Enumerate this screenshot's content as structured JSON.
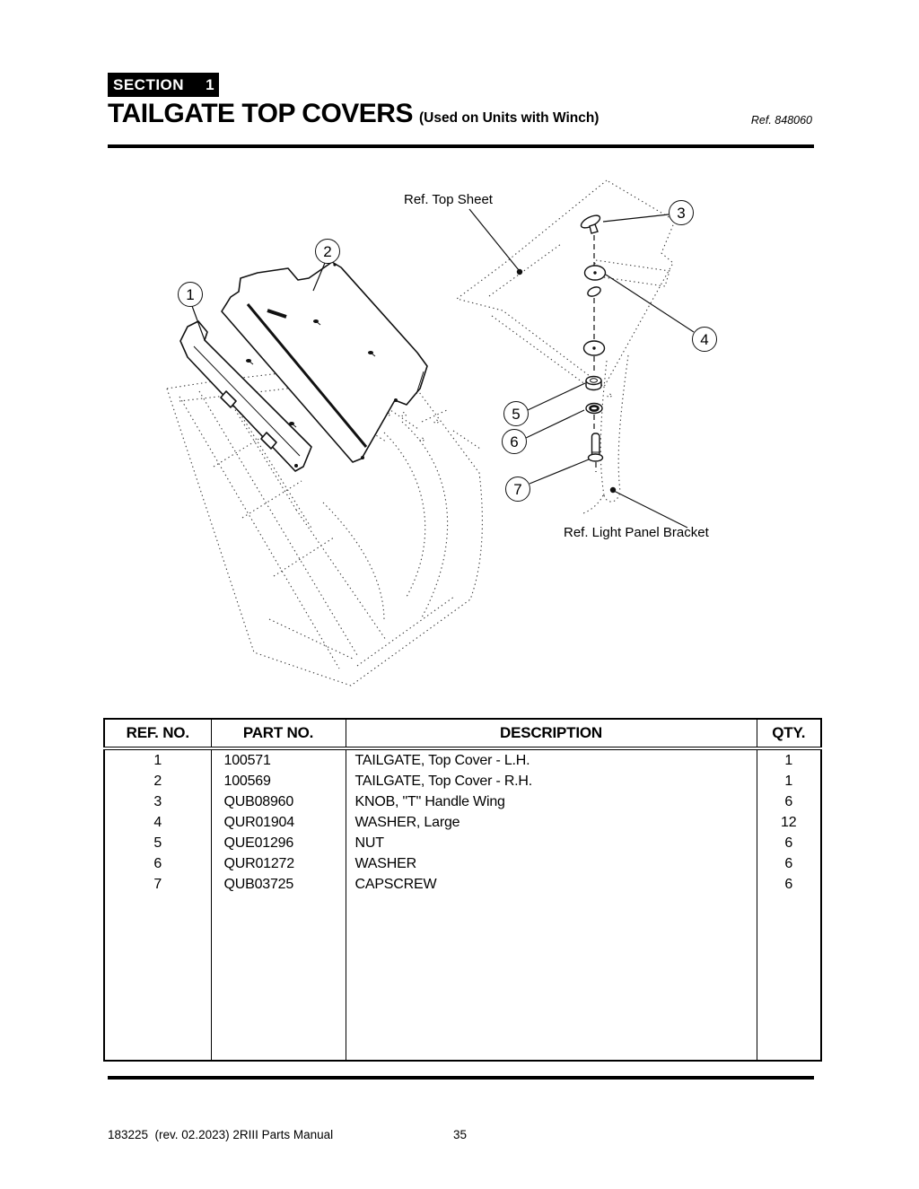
{
  "header": {
    "section_label": "SECTION",
    "section_number": "1",
    "title": "TAILGATE TOP COVERS",
    "subtitle": "(Used on Units with Winch)",
    "ref_code": "Ref. 848060"
  },
  "diagram": {
    "labels": {
      "top_sheet": "Ref. Top Sheet",
      "light_panel_bracket": "Ref. Light Panel Bracket"
    },
    "callouts": [
      "1",
      "2",
      "3",
      "4",
      "5",
      "6",
      "7"
    ]
  },
  "table": {
    "headers": [
      "REF. NO.",
      "PART NO.",
      "DESCRIPTION",
      "QTY."
    ],
    "rows": [
      [
        "1",
        "100571",
        "TAILGATE, Top Cover - L.H.",
        "1"
      ],
      [
        "2",
        "100569",
        "TAILGATE, Top Cover - R.H.",
        "1"
      ],
      [
        "3",
        "QUB08960",
        "KNOB, \"T\" Handle Wing",
        "6"
      ],
      [
        "4",
        "QUR01904",
        "WASHER, Large",
        "12"
      ],
      [
        "5",
        "QUE01296",
        "NUT",
        "6"
      ],
      [
        "6",
        "QUR01272",
        "WASHER",
        "6"
      ],
      [
        "7",
        "QUB03725",
        "CAPSCREW",
        "6"
      ]
    ]
  },
  "footer": {
    "left": "183225  (rev. 02.2023) 2RIII Parts Manual",
    "page_number": "35"
  }
}
